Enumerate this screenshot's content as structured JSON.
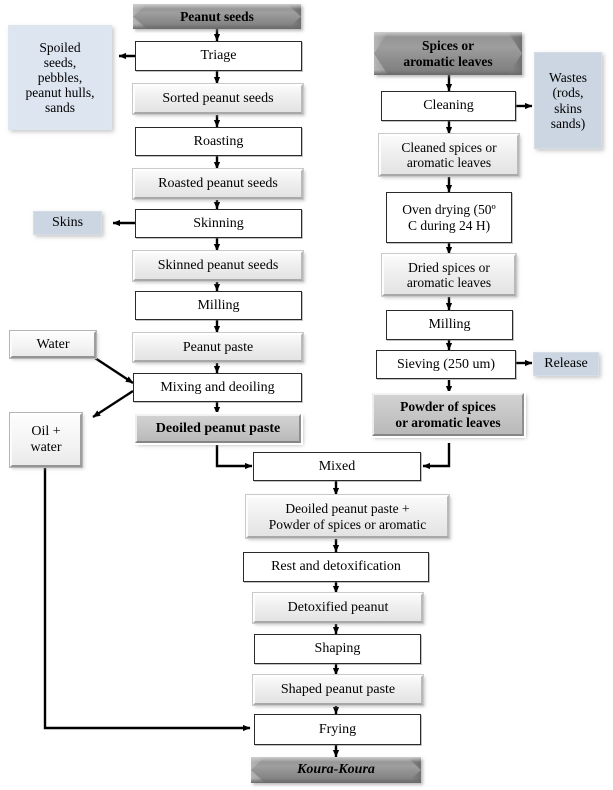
{
  "diagram": {
    "title": "Koura-Koura production process flow diagram",
    "colors": {
      "waste_fill": "#dce5f0",
      "waste_fill_alt": "#ccd6e2",
      "material_fill": "#efefef",
      "product_fill": "#c6c6c6",
      "terminal_fill": "#9e9e9e",
      "line": "#000000"
    },
    "nodes": {
      "peanut_seeds": "Peanut seeds",
      "spoiled": "Spoiled\nseeds,\npebbles,\npeanut hulls,\nsands",
      "triage": "Triage",
      "sorted_peanut_seeds": "Sorted peanut seeds",
      "roasting": "Roasting",
      "roasted_peanut_seeds": "Roasted peanut seeds",
      "skins": "Skins",
      "skinning": "Skinning",
      "skinned_peanut_seeds": "Skinned peanut seeds",
      "milling_left": "Milling",
      "peanut_paste": "Peanut paste",
      "water": "Water",
      "mixing_and_deoiling": "Mixing and deoiling",
      "deoiled_peanut_paste": "Deoiled peanut paste",
      "oil_water": "Oil +\nwater",
      "spices": "Spices or\naromatic leaves",
      "wastes": "Wastes\n(rods,\nskins\nsands)",
      "cleaning": "Cleaning",
      "cleaned_spices": "Cleaned spices or\naromatic leaves",
      "oven_drying": "Oven drying (50º\nC during 24 H)",
      "dried_spices": "Dried spices or\naromatic leaves",
      "milling_right": "Milling",
      "sieving": "Sieving (250 um)",
      "release": "Release",
      "powder_of_spices": "Powder of spices\nor aromatic leaves",
      "mixed": "Mixed",
      "deoiled_plus_powder": "Deoiled peanut paste +\nPowder of spices or aromatic",
      "rest_and_detoxification": "Rest and detoxification",
      "detoxified_peanut": "Detoxified peanut",
      "shaping": "Shaping",
      "shaped_peanut_paste": "Shaped peanut paste",
      "frying": "Frying",
      "koura_koura": "Koura-Koura"
    }
  }
}
